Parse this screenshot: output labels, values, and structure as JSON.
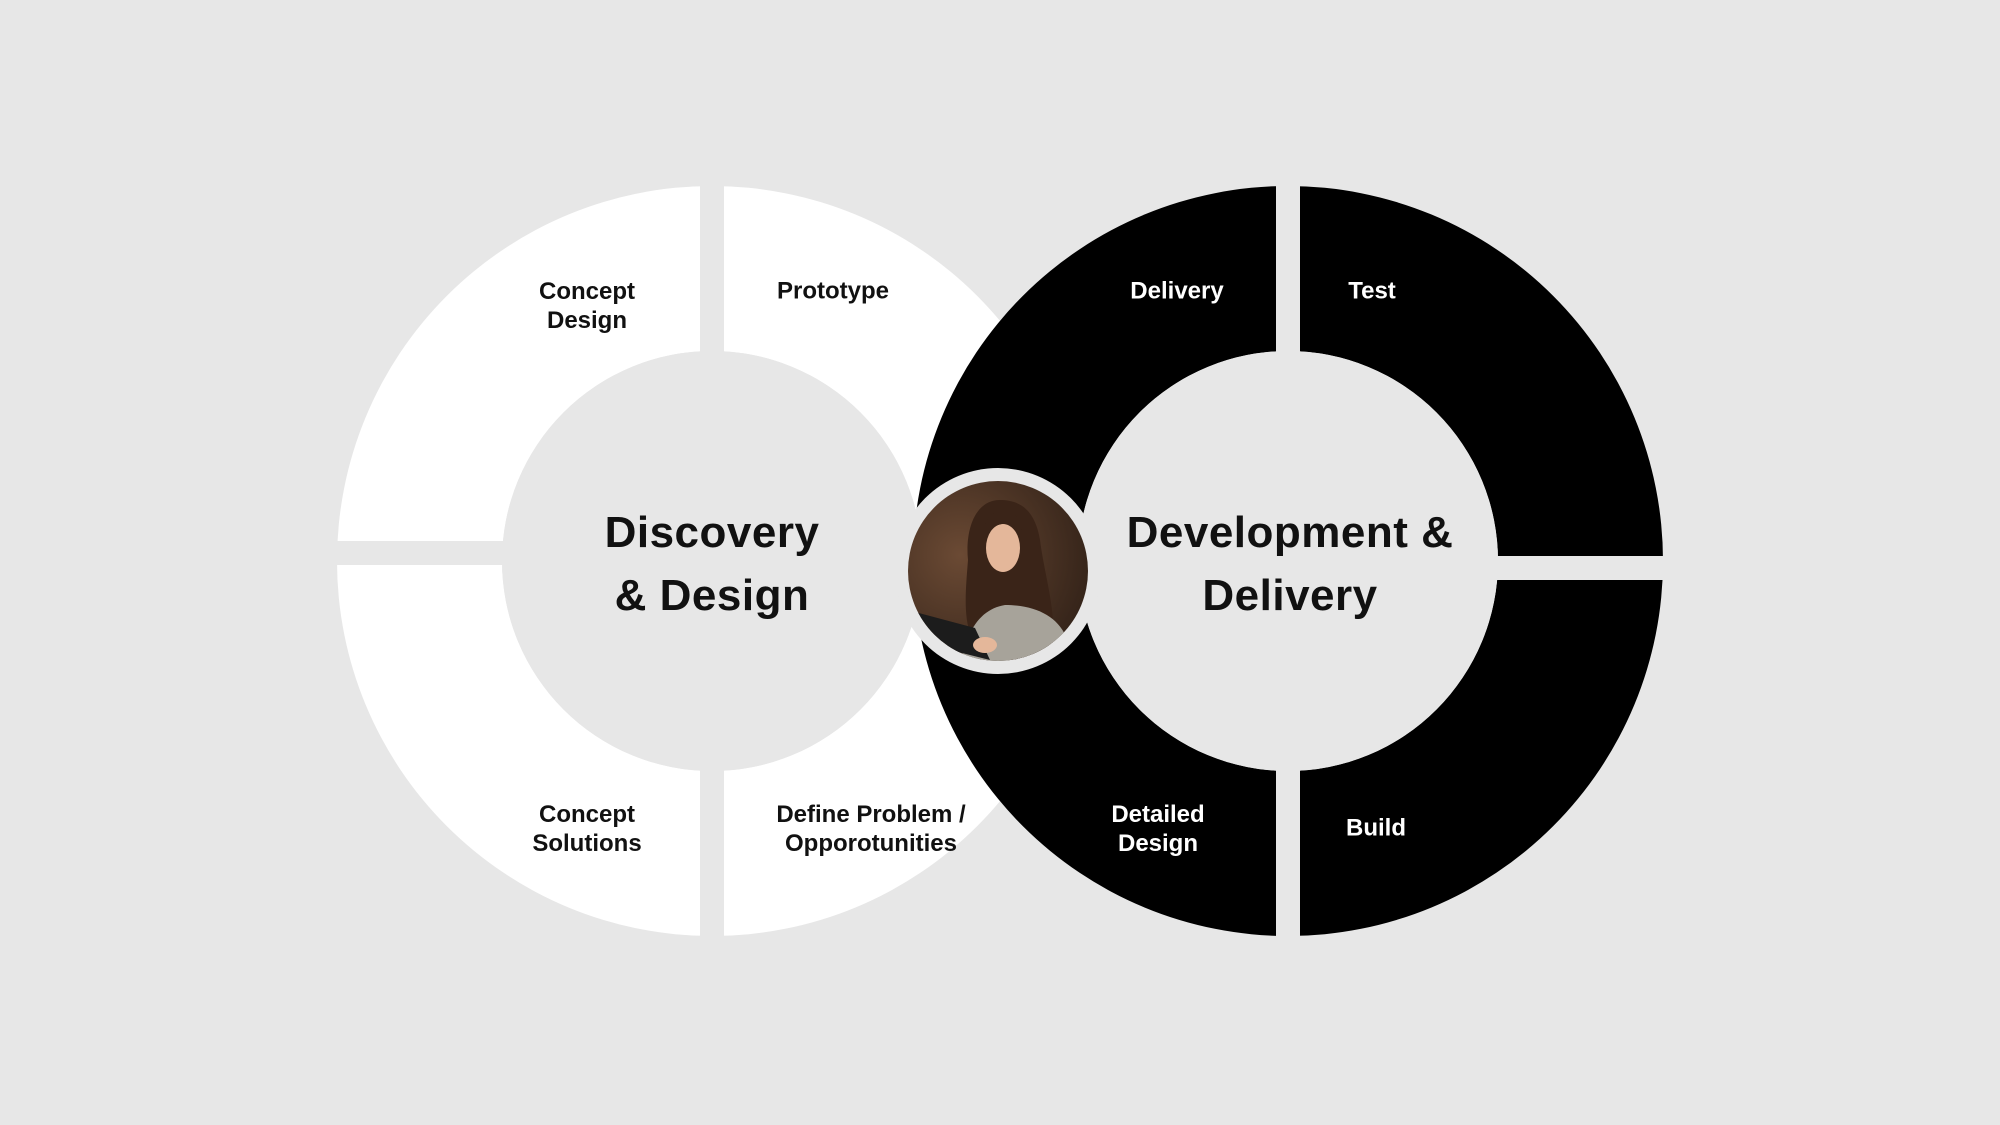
{
  "left_cycle": {
    "title": "Discovery\n& Design",
    "color": "#ffffff",
    "segments": [
      "Concept\nDesign",
      "Prototype",
      "Concept\nSolutions",
      "Define Problem /\nOpporotunities"
    ]
  },
  "right_cycle": {
    "title": "Development &\nDelivery",
    "color": "#000000",
    "segments": [
      "Delivery",
      "Test",
      "Detailed\nDesign",
      "Build"
    ]
  },
  "center_image": "woman-with-tablet-photo",
  "background": "#e7e7e7"
}
